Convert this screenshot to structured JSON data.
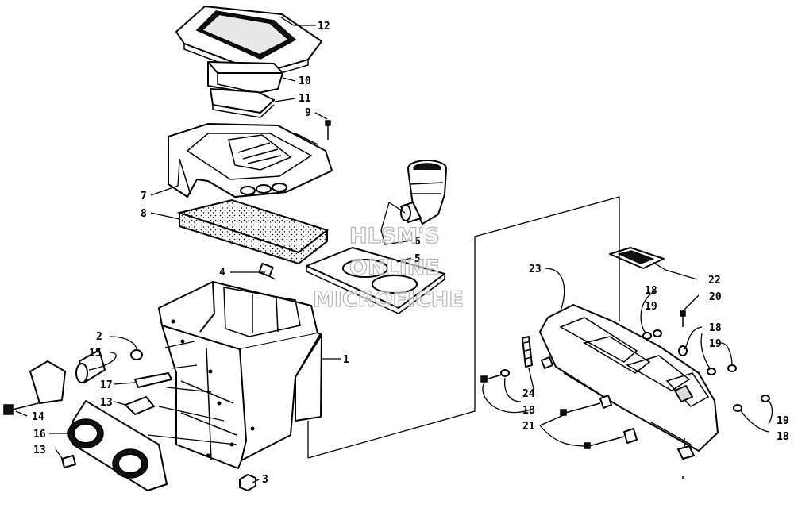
{
  "watermark": {
    "line1": "HLSM'S",
    "line2": "ONLINE",
    "line3": "MICROFICHE"
  },
  "callouts": {
    "c1": "1",
    "c2": "2",
    "c3": "3",
    "c4": "4",
    "c5": "5",
    "c6": "6",
    "c7": "7",
    "c8": "8",
    "c9": "9",
    "c10": "10",
    "c11": "11",
    "c12": "12",
    "c13a": "13",
    "c13b": "13",
    "c14": "14",
    "c15": "15",
    "c16": "16",
    "c17": "17",
    "c18a": "18",
    "c18b": "18",
    "c18c": "18",
    "c18d": "18",
    "c19a": "19",
    "c19b": "19",
    "c19c": "19",
    "c20": "20",
    "c21": "21",
    "c22": "22",
    "c23": "23",
    "c24": "24"
  },
  "footer": {
    "left_cut": "",
    "right_cut": ""
  }
}
